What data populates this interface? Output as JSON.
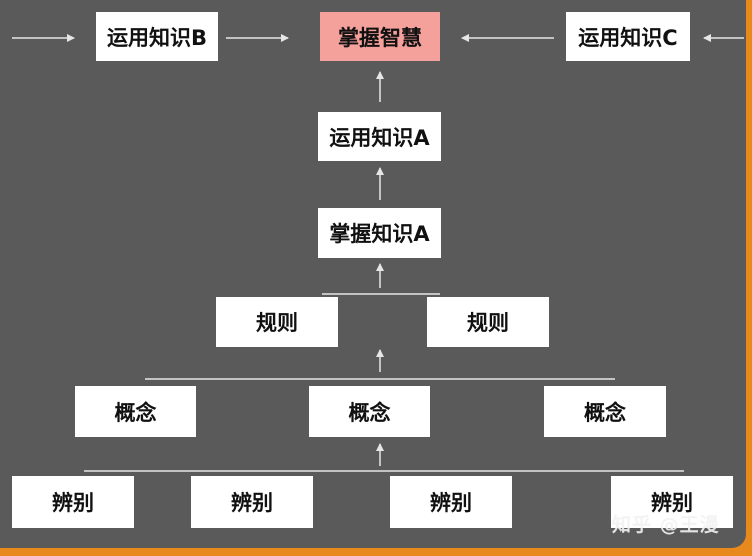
{
  "diagram": {
    "nodes": {
      "top_left": "运用知识B",
      "top_center": "掌握智慧",
      "top_right": "运用知识C",
      "apply_a": "运用知识A",
      "master_a": "掌握知识A",
      "rule_1": "规则",
      "rule_2": "规则",
      "concept_1": "概念",
      "concept_2": "概念",
      "concept_3": "概念",
      "discern_1": "辨别",
      "discern_2": "辨别",
      "discern_3": "辨别",
      "discern_4": "辨别"
    },
    "colors": {
      "background": "#5a5a5a",
      "border": "#e8891e",
      "node": "#ffffff",
      "highlight": "#f4a09b",
      "arrow": "#e6e6e6"
    }
  },
  "watermark": "知乎 @王漫"
}
